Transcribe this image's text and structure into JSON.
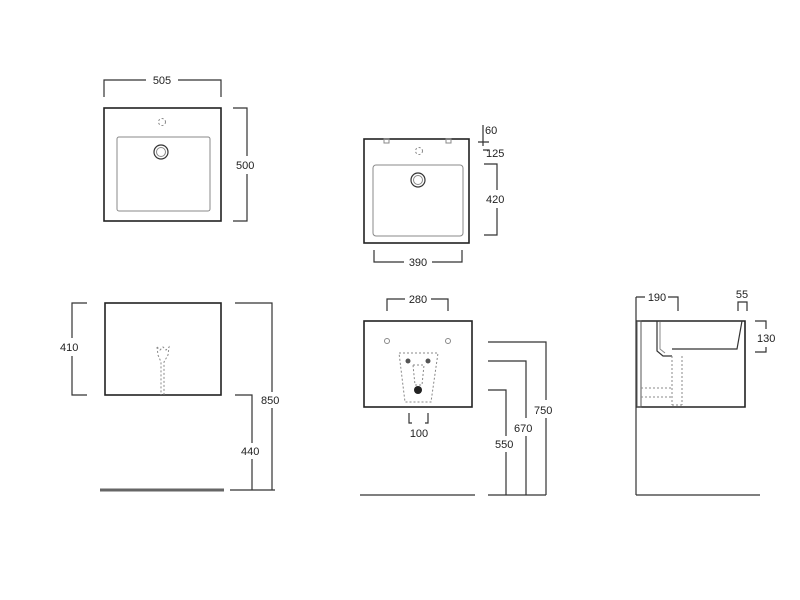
{
  "top_view": {
    "width": "505",
    "depth": "500"
  },
  "top_view_detail": {
    "tap_offset": "60",
    "back_to_bowl": "125",
    "bowl_depth": "420",
    "bowl_width": "390"
  },
  "front_view": {
    "height": "410",
    "total_height": "850",
    "floor_to_bottom": "440"
  },
  "rear_view": {
    "fixing_spacing": "280",
    "waste_width": "100",
    "height_750": "750",
    "height_670": "670",
    "height_550": "550"
  },
  "side_view": {
    "projection": "190",
    "rim": "55",
    "bowl_height": "130"
  }
}
